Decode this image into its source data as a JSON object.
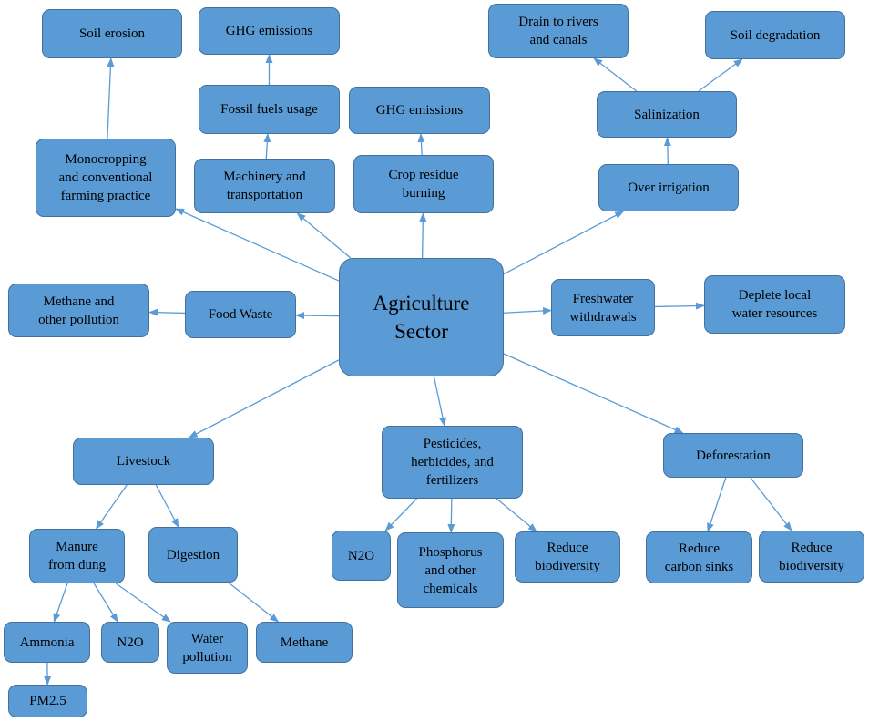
{
  "diagram": {
    "colors": {
      "node_fill": "#5b9bd5",
      "node_border": "#41719c",
      "arrow": "#5b9bd5",
      "text": "#000000"
    },
    "nodes": [
      {
        "id": "agri",
        "label": "Agriculture\nSector"
      },
      {
        "id": "soil-erosion",
        "label": "Soil erosion"
      },
      {
        "id": "ghg-top",
        "label": "GHG emissions"
      },
      {
        "id": "fossil",
        "label": "Fossil fuels usage"
      },
      {
        "id": "ghg-mid",
        "label": "GHG emissions"
      },
      {
        "id": "drain",
        "label": "Drain to rivers\nand canals"
      },
      {
        "id": "soil-degr",
        "label": "Soil degradation"
      },
      {
        "id": "salin",
        "label": "Salinization"
      },
      {
        "id": "mono",
        "label": "Monocropping\nand conventional\nfarming practice"
      },
      {
        "id": "mach",
        "label": "Machinery and\ntransportation"
      },
      {
        "id": "crop",
        "label": "Crop residue\nburning"
      },
      {
        "id": "overirr",
        "label": "Over irrigation"
      },
      {
        "id": "methane-other",
        "label": "Methane and\nother pollution"
      },
      {
        "id": "food",
        "label": "Food Waste"
      },
      {
        "id": "fresh",
        "label": "Freshwater\nwithdrawals"
      },
      {
        "id": "deplete",
        "label": "Deplete local\nwater resources"
      },
      {
        "id": "livestock",
        "label": "Livestock"
      },
      {
        "id": "pest",
        "label": "Pesticides,\nherbicides, and\nfertilizers"
      },
      {
        "id": "defor",
        "label": "Deforestation"
      },
      {
        "id": "manure",
        "label": "Manure\nfrom dung"
      },
      {
        "id": "digest",
        "label": "Digestion"
      },
      {
        "id": "n2o-pest",
        "label": "N2O"
      },
      {
        "id": "phos",
        "label": "Phosphorus\nand other\nchemicals"
      },
      {
        "id": "reduce-bio-pest",
        "label": "Reduce\nbiodiversity"
      },
      {
        "id": "reduce-carbon",
        "label": "Reduce\ncarbon sinks"
      },
      {
        "id": "reduce-bio-def",
        "label": "Reduce\nbiodiversity"
      },
      {
        "id": "ammonia",
        "label": "Ammonia"
      },
      {
        "id": "n2o-manure",
        "label": "N2O"
      },
      {
        "id": "water-poll",
        "label": "Water\npollution"
      },
      {
        "id": "methane",
        "label": "Methane"
      },
      {
        "id": "pm25",
        "label": "PM2.5"
      }
    ],
    "edges": [
      {
        "from": "agri",
        "to": "mono"
      },
      {
        "from": "agri",
        "to": "mach"
      },
      {
        "from": "agri",
        "to": "crop"
      },
      {
        "from": "agri",
        "to": "overirr"
      },
      {
        "from": "agri",
        "to": "food"
      },
      {
        "from": "agri",
        "to": "fresh"
      },
      {
        "from": "agri",
        "to": "livestock"
      },
      {
        "from": "agri",
        "to": "pest"
      },
      {
        "from": "agri",
        "to": "defor"
      },
      {
        "from": "mono",
        "to": "soil-erosion"
      },
      {
        "from": "mach",
        "to": "fossil"
      },
      {
        "from": "fossil",
        "to": "ghg-top"
      },
      {
        "from": "crop",
        "to": "ghg-mid"
      },
      {
        "from": "overirr",
        "to": "salin"
      },
      {
        "from": "salin",
        "to": "drain"
      },
      {
        "from": "salin",
        "to": "soil-degr"
      },
      {
        "from": "food",
        "to": "methane-other"
      },
      {
        "from": "fresh",
        "to": "deplete"
      },
      {
        "from": "livestock",
        "to": "manure"
      },
      {
        "from": "livestock",
        "to": "digest"
      },
      {
        "from": "manure",
        "to": "ammonia"
      },
      {
        "from": "manure",
        "to": "n2o-manure"
      },
      {
        "from": "manure",
        "to": "water-poll"
      },
      {
        "from": "digest",
        "to": "methane"
      },
      {
        "from": "ammonia",
        "to": "pm25"
      },
      {
        "from": "pest",
        "to": "n2o-pest"
      },
      {
        "from": "pest",
        "to": "phos"
      },
      {
        "from": "pest",
        "to": "reduce-bio-pest"
      },
      {
        "from": "defor",
        "to": "reduce-carbon"
      },
      {
        "from": "defor",
        "to": "reduce-bio-def"
      }
    ]
  }
}
